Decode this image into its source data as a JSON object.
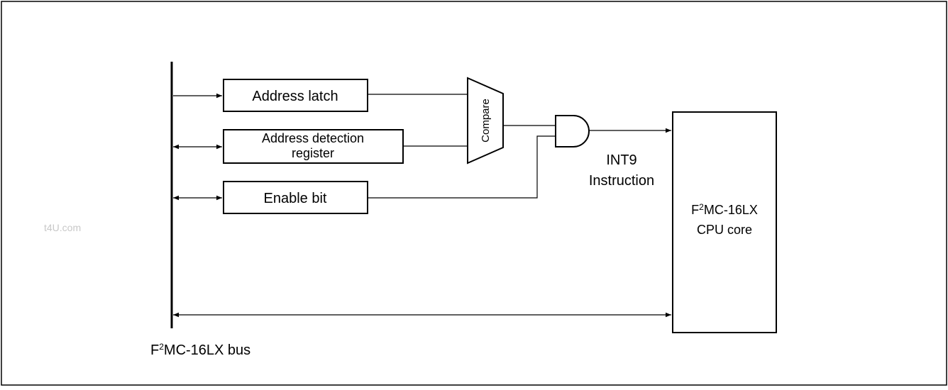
{
  "blocks": {
    "address_latch": "Address latch",
    "detection_line1": "Address detection",
    "detection_line2": "register",
    "enable_bit": "Enable bit",
    "compare": "Compare"
  },
  "signal": {
    "line1": "INT9",
    "line2": "Instruction"
  },
  "cpu": {
    "prefix": "F",
    "sup": "2",
    "rest": "MC-16LX",
    "line2": "CPU core"
  },
  "bus": {
    "prefix": "F",
    "sup": "2",
    "rest": "MC-16LX bus"
  },
  "watermark": "t4U.com",
  "colors": {
    "line": "#000000",
    "background": "#ffffff",
    "watermark": "#c8c8c8"
  }
}
